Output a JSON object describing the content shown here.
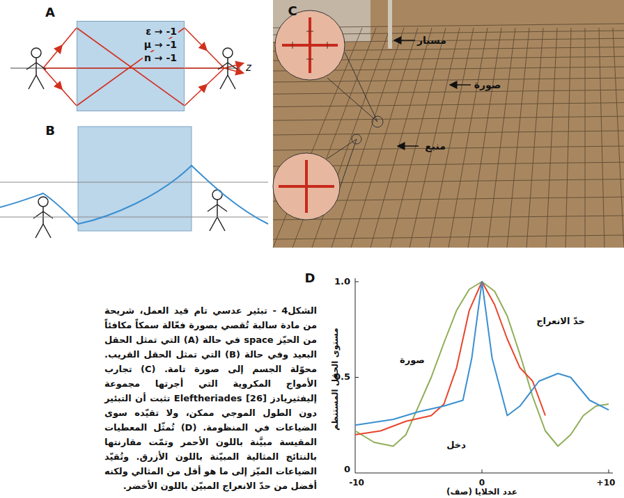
{
  "diagram": {
    "caption": "الشكل4 - تبئير عدسي تام قيد العمل، شريحة من مادة سالبة تُقصي بصورة فعّالة سمكاً مكافئاً من الحيّز space في حالة (A) التي تمثل الحقل البعيد وفي حالة (B) التي تمثل الحقل القريب. محوّلة الجسم إلى صورة تامة. (C) تجارب الأمواج المكروية التي أجرتها مجموعة إليفثيريادز Eleftheriades [26] تثبت أن التبئير دون الطول الموجي ممكن، ولا تقيّده سوى الضياعات في المنظومة. (D) تُمثّل المعطيات المقيسة مبيَّنة باللون الأحمر وتمّت مقارنتها بالنتائج المثالية المبيّنة باللون الأزرق. وتُقيّد الضياعات الميّز إلى ما هو أقل من المثالي ولكنه أفضل من حدّ الانعراج المبيّن باللون الأخضر.",
    "nodes": [
      {
        "text": [
          "ε → -1",
          "μ → -1",
          "n → -1"
        ]
      }
    ],
    "labels": [
      "A",
      "z",
      "B",
      "C",
      "مسبار",
      "صورة",
      "منبع",
      "D",
      "1.0",
      "0.5",
      "0",
      "-10",
      "0",
      "+10",
      "مستوى الحقل المستنظم",
      "عدد الخلايا (صف)",
      "حدّ الانعراج",
      "صورة",
      "دخل"
    ]
  }
}
